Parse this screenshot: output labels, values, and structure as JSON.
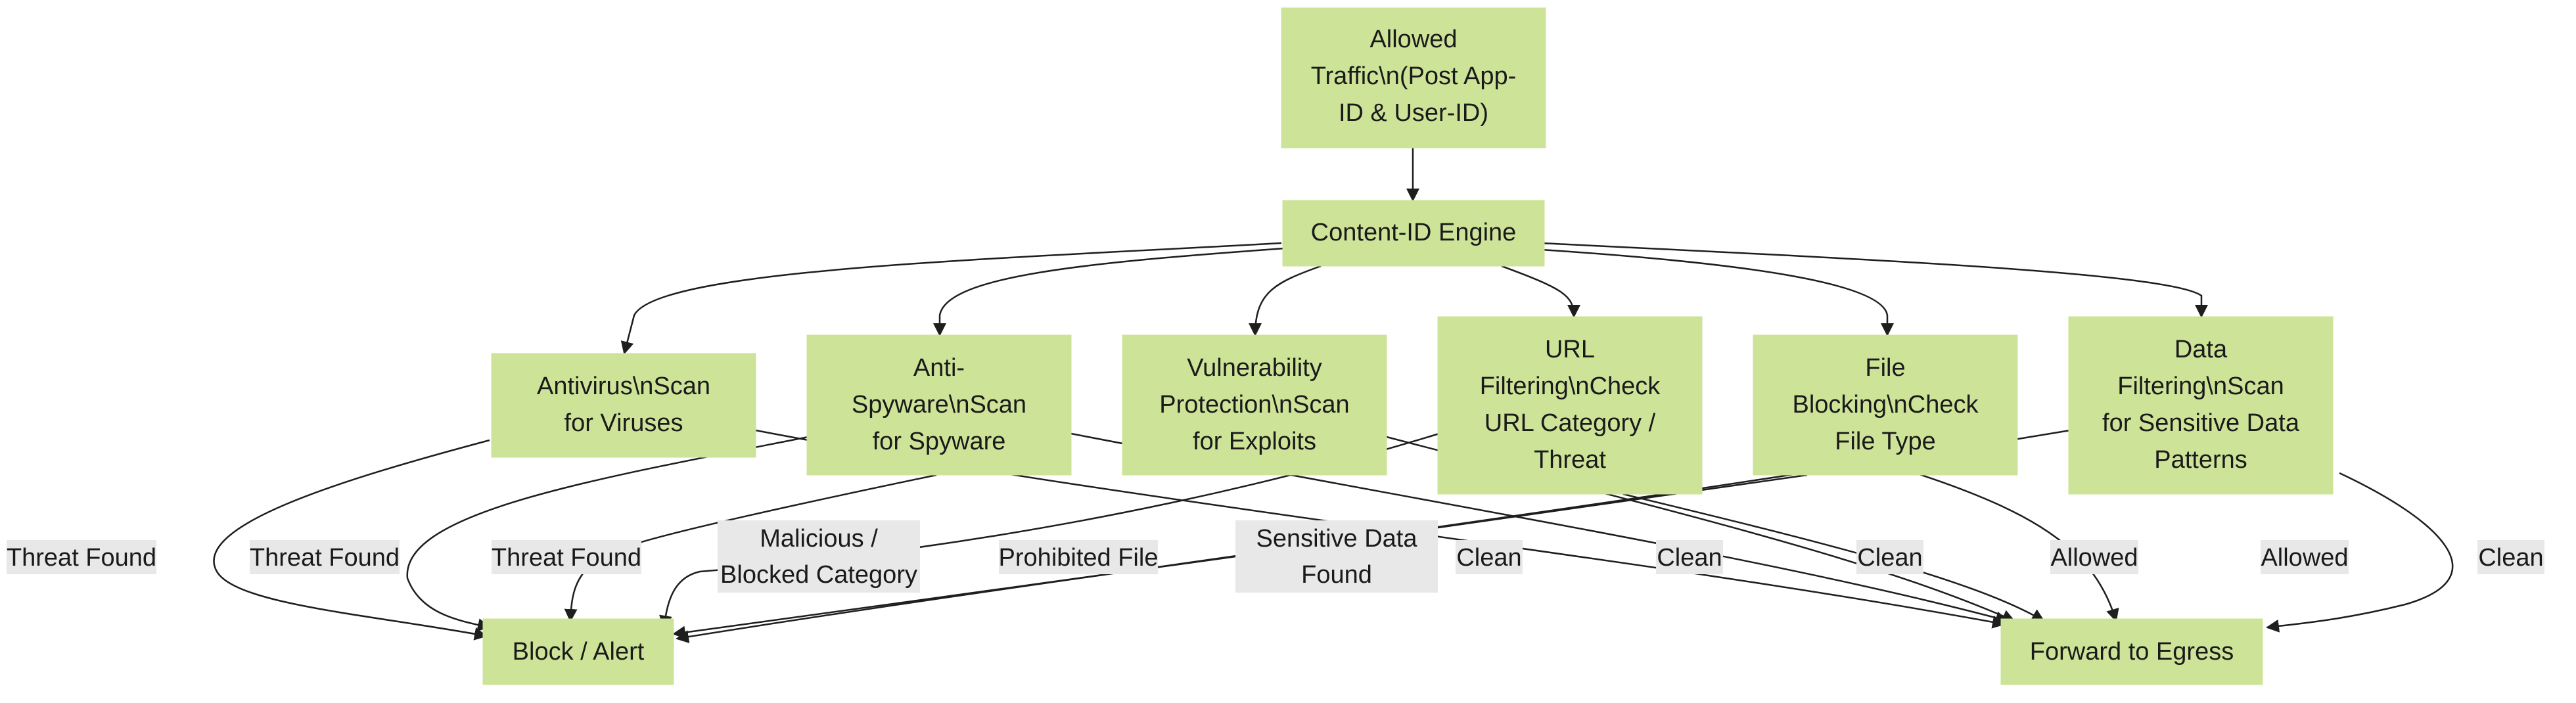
{
  "diagram": {
    "nodes": {
      "allowed_traffic": [
        "Allowed",
        "Traffic\\n(Post App-",
        "ID & User-ID)"
      ],
      "content_id": [
        "Content-ID Engine"
      ],
      "antivirus": [
        "Antivirus\\nScan",
        "for Viruses"
      ],
      "antispyware": [
        "Anti-",
        "Spyware\\nScan",
        "for Spyware"
      ],
      "vulnerability": [
        "Vulnerability",
        "Protection\\nScan",
        "for Exploits"
      ],
      "url_filtering": [
        "URL",
        "Filtering\\nCheck",
        "URL Category /",
        "Threat"
      ],
      "file_blocking": [
        "File",
        "Blocking\\nCheck",
        "File Type"
      ],
      "data_filtering": [
        "Data",
        "Filtering\\nScan",
        "for Sensitive Data",
        "Patterns"
      ],
      "block_alert": [
        "Block / Alert"
      ],
      "forward_egress": [
        "Forward to Egress"
      ]
    },
    "edge_labels": {
      "threat_found_1": [
        "Threat Found"
      ],
      "threat_found_2": [
        "Threat Found"
      ],
      "threat_found_3": [
        "Threat Found"
      ],
      "malicious": [
        "Malicious /",
        "Blocked Category"
      ],
      "prohibited": [
        "Prohibited File"
      ],
      "sensitive": [
        "Sensitive Data",
        "Found"
      ],
      "clean_1": [
        "Clean"
      ],
      "clean_2": [
        "Clean"
      ],
      "clean_3": [
        "Clean"
      ],
      "allowed_1": [
        "Allowed"
      ],
      "allowed_2": [
        "Allowed"
      ],
      "clean_4": [
        "Clean"
      ]
    }
  }
}
